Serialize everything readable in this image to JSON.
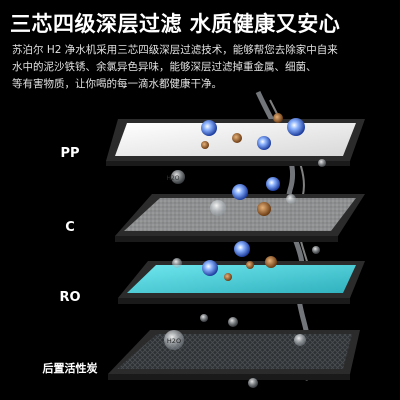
{
  "headline": "三芯四级深层过滤 水质健康又安心",
  "intro_lines": [
    "苏泊尔 H2 净水机采用三芯四级深层过滤技术，能够帮您去除家中自来",
    "水中的泥沙铁锈、余氯异色异味，能够深层过滤掉重金属、细菌、",
    "等有害物质，让你喝的每一滴水都健康干净。"
  ],
  "layers": [
    {
      "label": "PP",
      "surface": "white-pp-cotton"
    },
    {
      "label": "C",
      "surface": "gray-activated-carbon"
    },
    {
      "label": "RO",
      "surface": "cyan-reverse-osmosis"
    },
    {
      "label": "后置活性炭",
      "surface": "dark-mesh-post-carbon"
    }
  ],
  "particle_labels": {
    "h2o_small": "H2O",
    "h2o_main": "H2O"
  },
  "colors": {
    "background": "#000000",
    "frame": "#2b2b2b",
    "pp_surface": "#f2f2f2",
    "c_surface": "#8d8f90",
    "ro_surface": "#4fd0d8",
    "mesh_surface": "#3a3d40",
    "molecule_blue": "#3b6fd6"
  }
}
